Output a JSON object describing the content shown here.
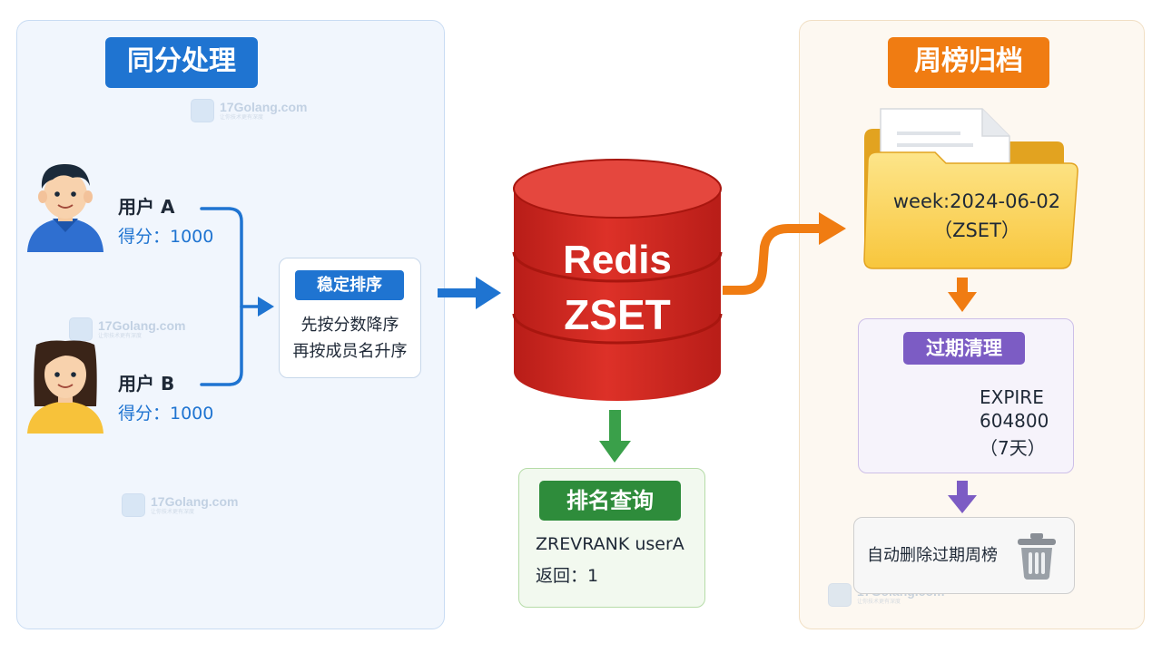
{
  "left_panel": {
    "title": "同分处理",
    "user_a": {
      "name": "用户 A",
      "score": "得分：1000"
    },
    "user_b": {
      "name": "用户 B",
      "score": "得分：1000"
    },
    "sort": {
      "tag": "稳定排序",
      "line1": "先按分数降序",
      "line2": "再按成员名升序"
    }
  },
  "center": {
    "redis_line1": "Redis",
    "redis_line2": "ZSET",
    "query": {
      "tag": "排名查询",
      "line1": "ZREVRANK  userA",
      "line2": "返回：1"
    }
  },
  "right_panel": {
    "title": "周榜归档",
    "folder": {
      "line1": "week:2024-06-02",
      "line2": "（ZSET）"
    },
    "expire": {
      "tag": "过期清理",
      "line1": "EXPIRE",
      "line2": "604800",
      "line3": "（7天）"
    },
    "delete_text": "自动删除过期周榜"
  },
  "watermark": {
    "text": "17Golang.com",
    "sub": "让你技术更有深度"
  },
  "colors": {
    "blue": "#1f74d1",
    "orange": "#f07c12",
    "green": "#2e8c3b",
    "purple": "#7c5cc4",
    "redis_red": "#d42a24"
  },
  "icons": [
    "user-boy-icon",
    "user-girl-icon",
    "database-icon",
    "folder-icon",
    "document-icon",
    "alarm-clock-icon",
    "trash-icon"
  ]
}
